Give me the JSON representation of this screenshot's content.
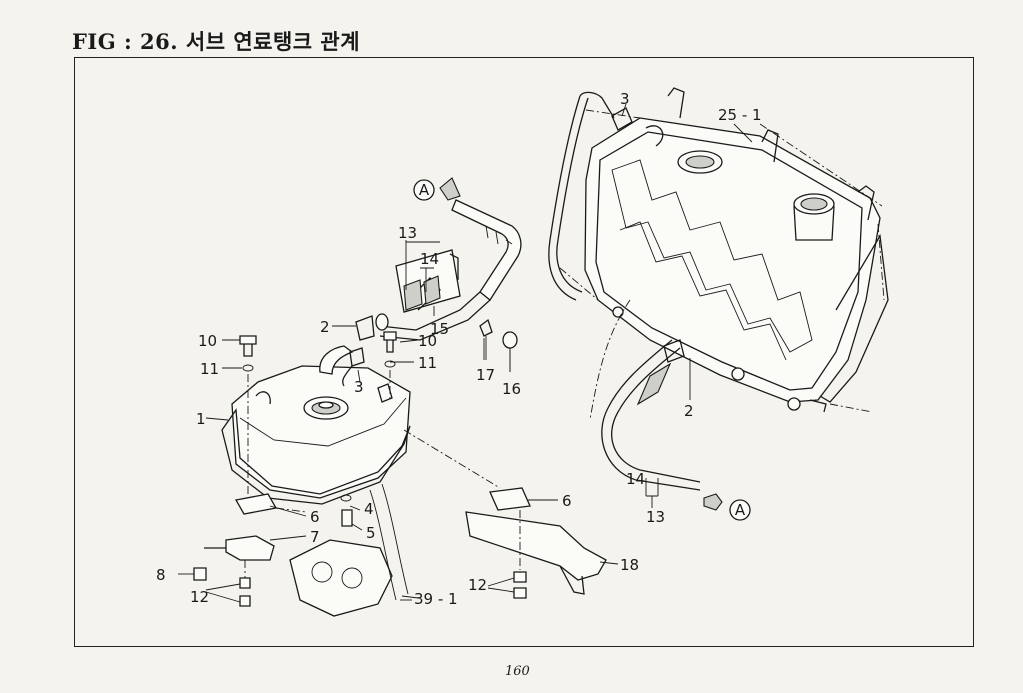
{
  "title": "FIG : 26. 서브 연료탱크 관계",
  "page_number": "160",
  "reference_letter": "A",
  "labels": {
    "p1": "1",
    "p2_left": "2",
    "p2_right": "2",
    "p3_top": "3",
    "p3_mid": "3",
    "p4": "4",
    "p5": "5",
    "p6_left": "6",
    "p6_right": "6",
    "p7": "7",
    "p8": "8",
    "p10_left": "10",
    "p10_mid": "10",
    "p11_left": "11",
    "p11_mid": "11",
    "p12_left": "12",
    "p12_right": "12",
    "p13_top": "13",
    "p13_right": "13",
    "p14_top": "14",
    "p14_right": "14",
    "p15": "15",
    "p16": "16",
    "p17": "17",
    "p18": "18",
    "p25": "25 - 1",
    "p39": "39 - 1"
  }
}
